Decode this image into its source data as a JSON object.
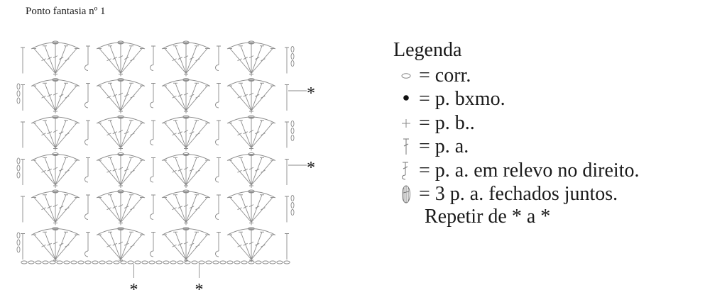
{
  "title": "Ponto fantasia nº 1",
  "legend": {
    "heading": "Legenda",
    "items": [
      {
        "symbol": "chain",
        "text": "= corr."
      },
      {
        "symbol": "slip-stitch",
        "text": "= p. bxmo."
      },
      {
        "symbol": "single-crochet",
        "text": "= p. b.."
      },
      {
        "symbol": "double-crochet",
        "text": "= p. a."
      },
      {
        "symbol": "front-post-double-crochet",
        "text": "= p. a. em relevo no direito."
      },
      {
        "symbol": "three-double-crochet-cluster",
        "text": "= 3 p. a. fechados juntos."
      }
    ],
    "repeat_note": "Repetir de * a *"
  },
  "diagram": {
    "rows": 6,
    "fans_per_row": 4,
    "repeat_marker": "*",
    "repeat_markers_right_rows": [
      3,
      5
    ],
    "repeat_markers_bottom_columns": [
      2,
      3
    ]
  }
}
